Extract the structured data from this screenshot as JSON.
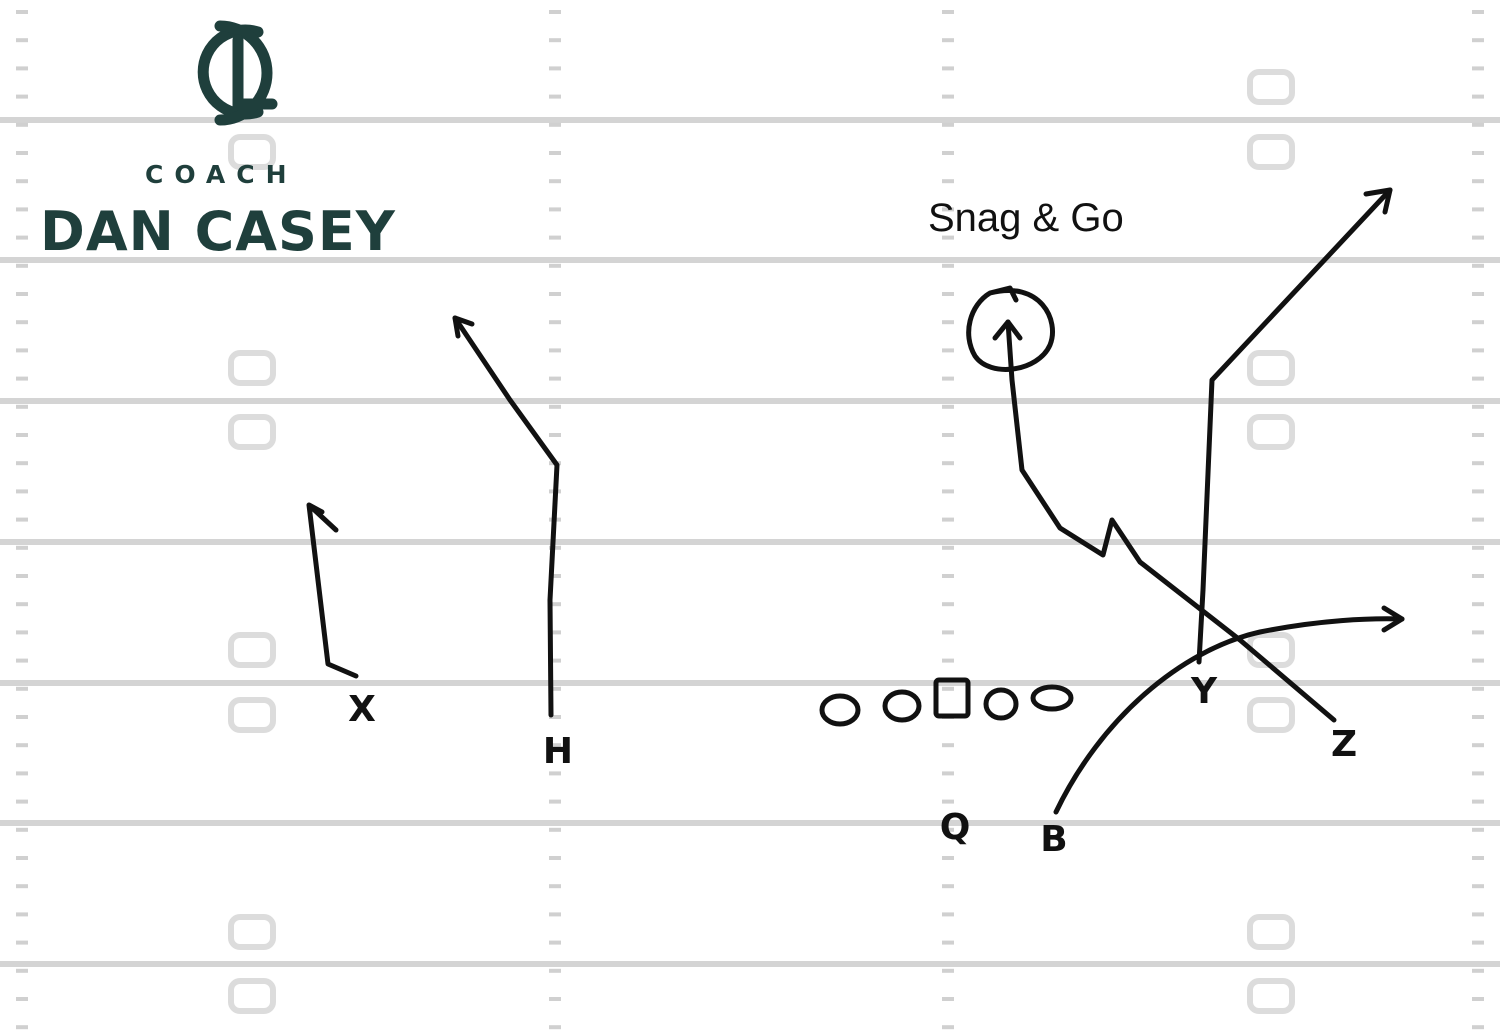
{
  "brand": {
    "coach_word": "COACH",
    "name": "DAN CASEY",
    "logo_icon": "dc-monogram-icon",
    "color": "#1f3f3c"
  },
  "play": {
    "title": "Snag & Go",
    "players": {
      "x": "X",
      "h": "H",
      "y": "Y",
      "z": "Z",
      "q": "Q",
      "b": "B"
    }
  },
  "field": {
    "yard_line_color": "#d4d4d4",
    "hash_color": "#d0d0d0"
  }
}
